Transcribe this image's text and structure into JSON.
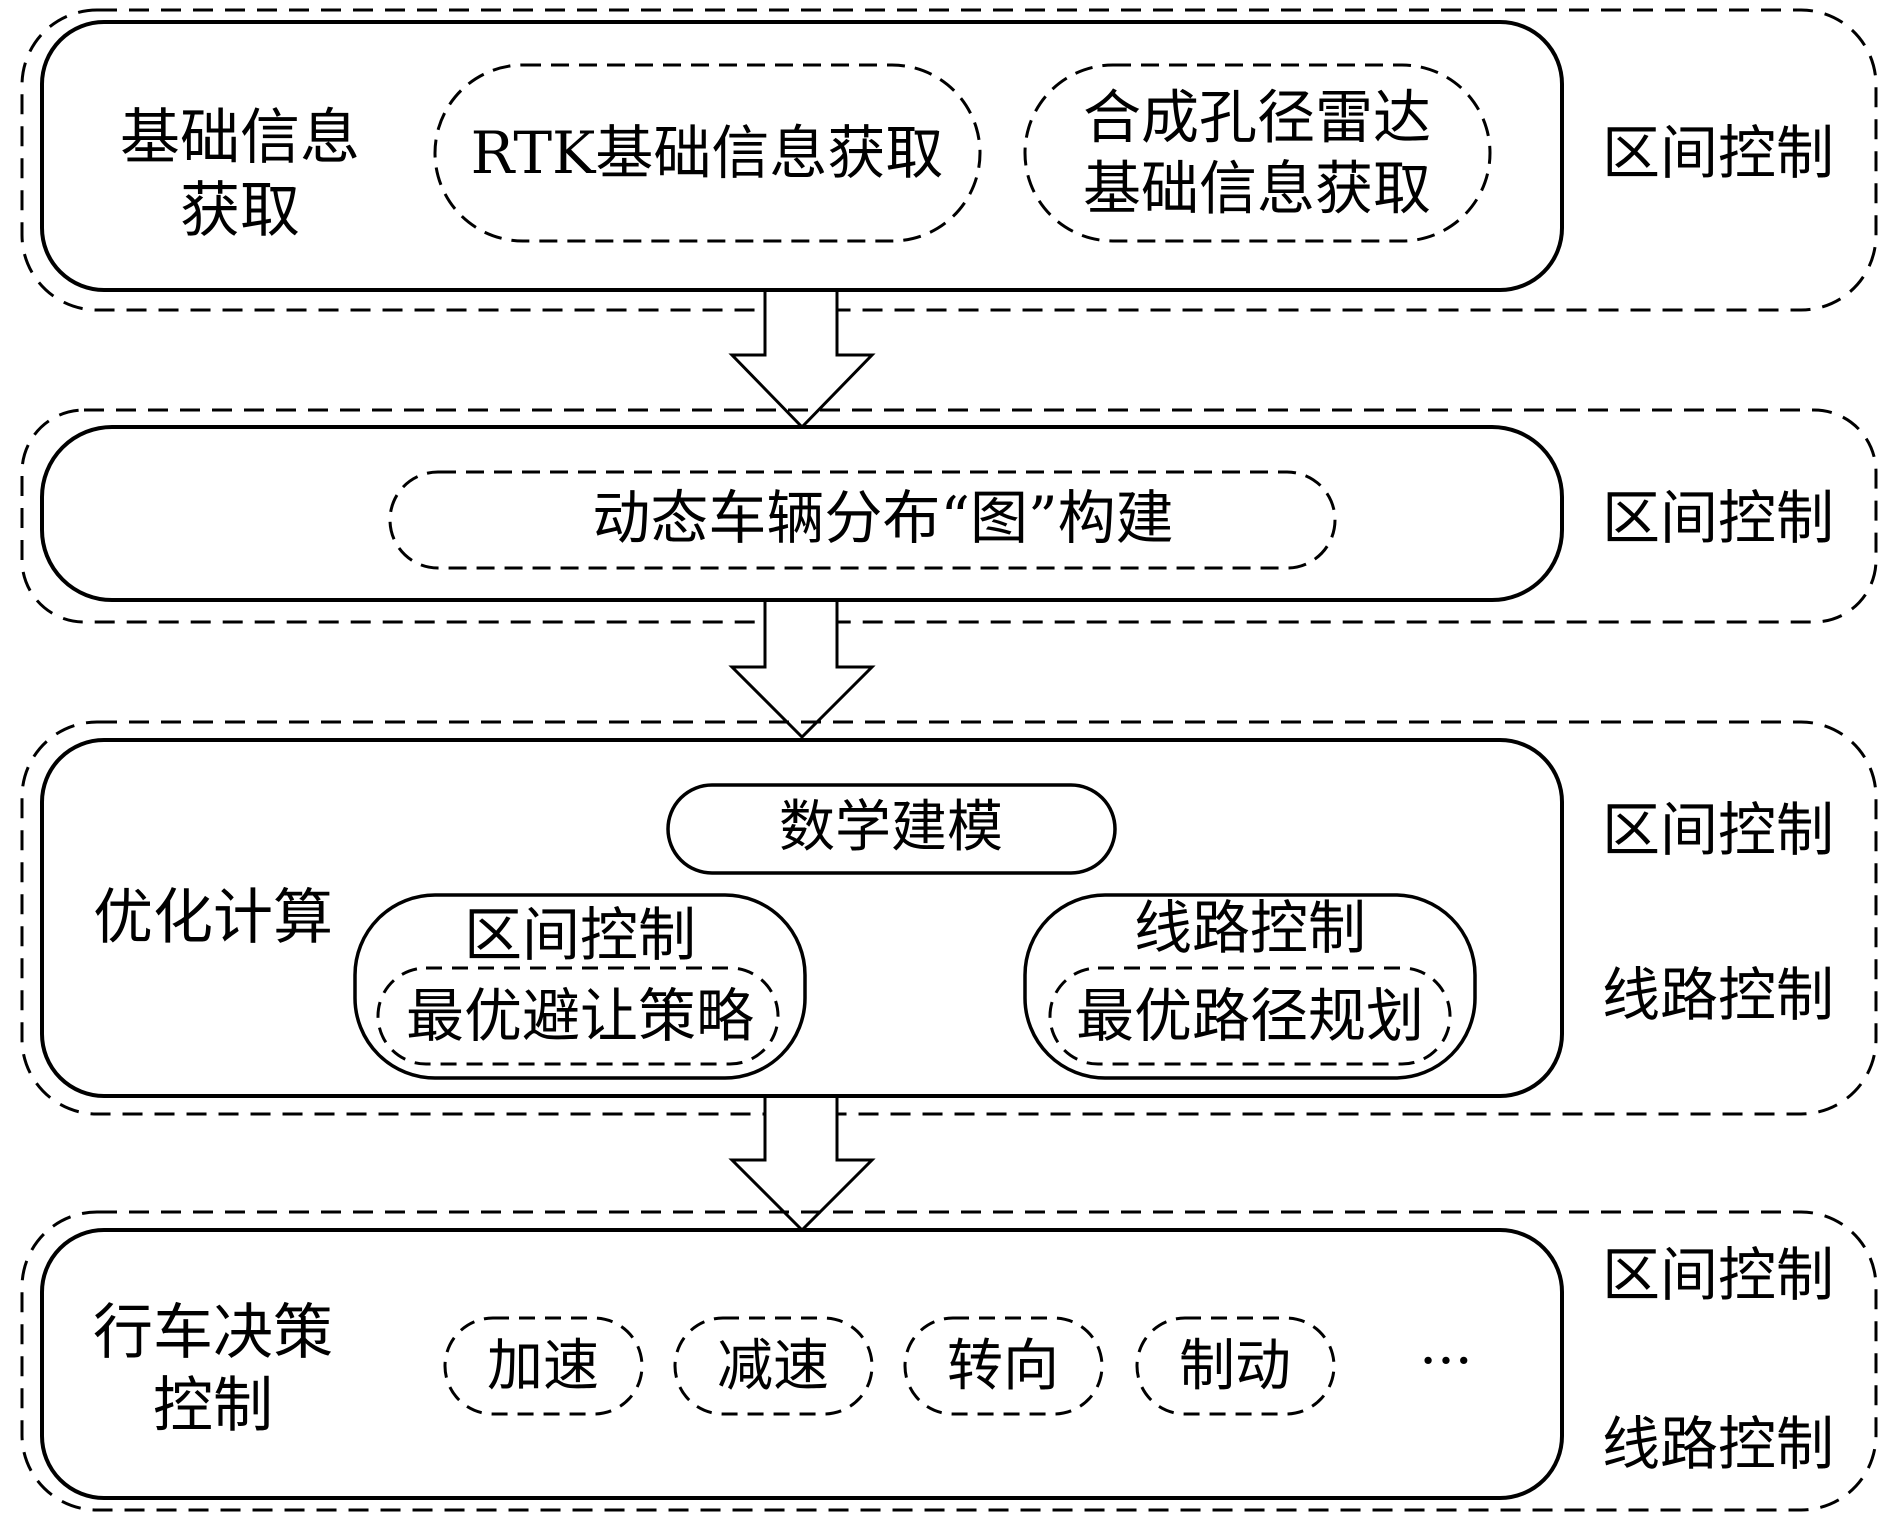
{
  "stage1": {
    "title_line1": "基础信息",
    "title_line2": "获取",
    "item_rtk": "RTK基础信息获取",
    "item_sar_line1": "合成孔径雷达",
    "item_sar_line2": "基础信息获取",
    "side_label": "区间控制"
  },
  "stage2": {
    "item": "动态车辆分布“图”构建",
    "side_label": "区间控制"
  },
  "stage3": {
    "title": "优化计算",
    "modeling": "数学建模",
    "left_head": "区间控制",
    "left_item": "最优避让策略",
    "right_head": "线路控制",
    "right_item": "最优路径规划",
    "side_label_top": "区间控制",
    "side_label_bottom": "线路控制"
  },
  "stage4": {
    "title_line1": "行车决策",
    "title_line2": "控制",
    "actions": [
      "加速",
      "减速",
      "转向",
      "制动"
    ],
    "ellipsis": "···",
    "side_label_top": "区间控制",
    "side_label_bottom": "线路控制"
  }
}
